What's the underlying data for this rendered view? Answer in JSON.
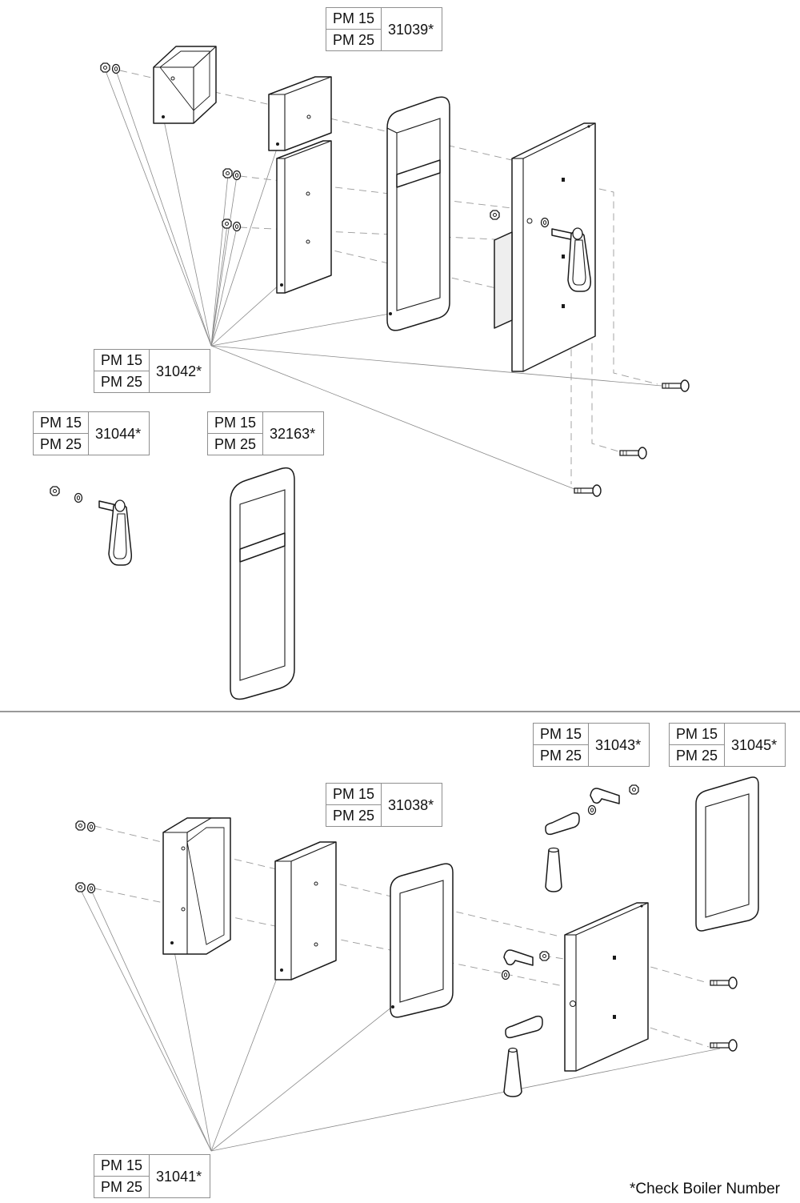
{
  "labels": [
    {
      "id": "31039",
      "models": [
        "PM 15",
        "PM 25"
      ],
      "part": "31039*"
    },
    {
      "id": "31042",
      "models": [
        "PM 15",
        "PM 25"
      ],
      "part": "31042*"
    },
    {
      "id": "31044",
      "models": [
        "PM 15",
        "PM 25"
      ],
      "part": "31044*"
    },
    {
      "id": "32163",
      "models": [
        "PM 15",
        "PM 25"
      ],
      "part": "32163*"
    },
    {
      "id": "31043",
      "models": [
        "PM 15",
        "PM 25"
      ],
      "part": "31043*"
    },
    {
      "id": "31045",
      "models": [
        "PM 15",
        "PM 25"
      ],
      "part": "31045*"
    },
    {
      "id": "31038",
      "models": [
        "PM 15",
        "PM 25"
      ],
      "part": "31038*"
    },
    {
      "id": "31041",
      "models": [
        "PM 15",
        "PM 25"
      ],
      "part": "31041*"
    }
  ],
  "footnote": "*Check Boiler Number"
}
